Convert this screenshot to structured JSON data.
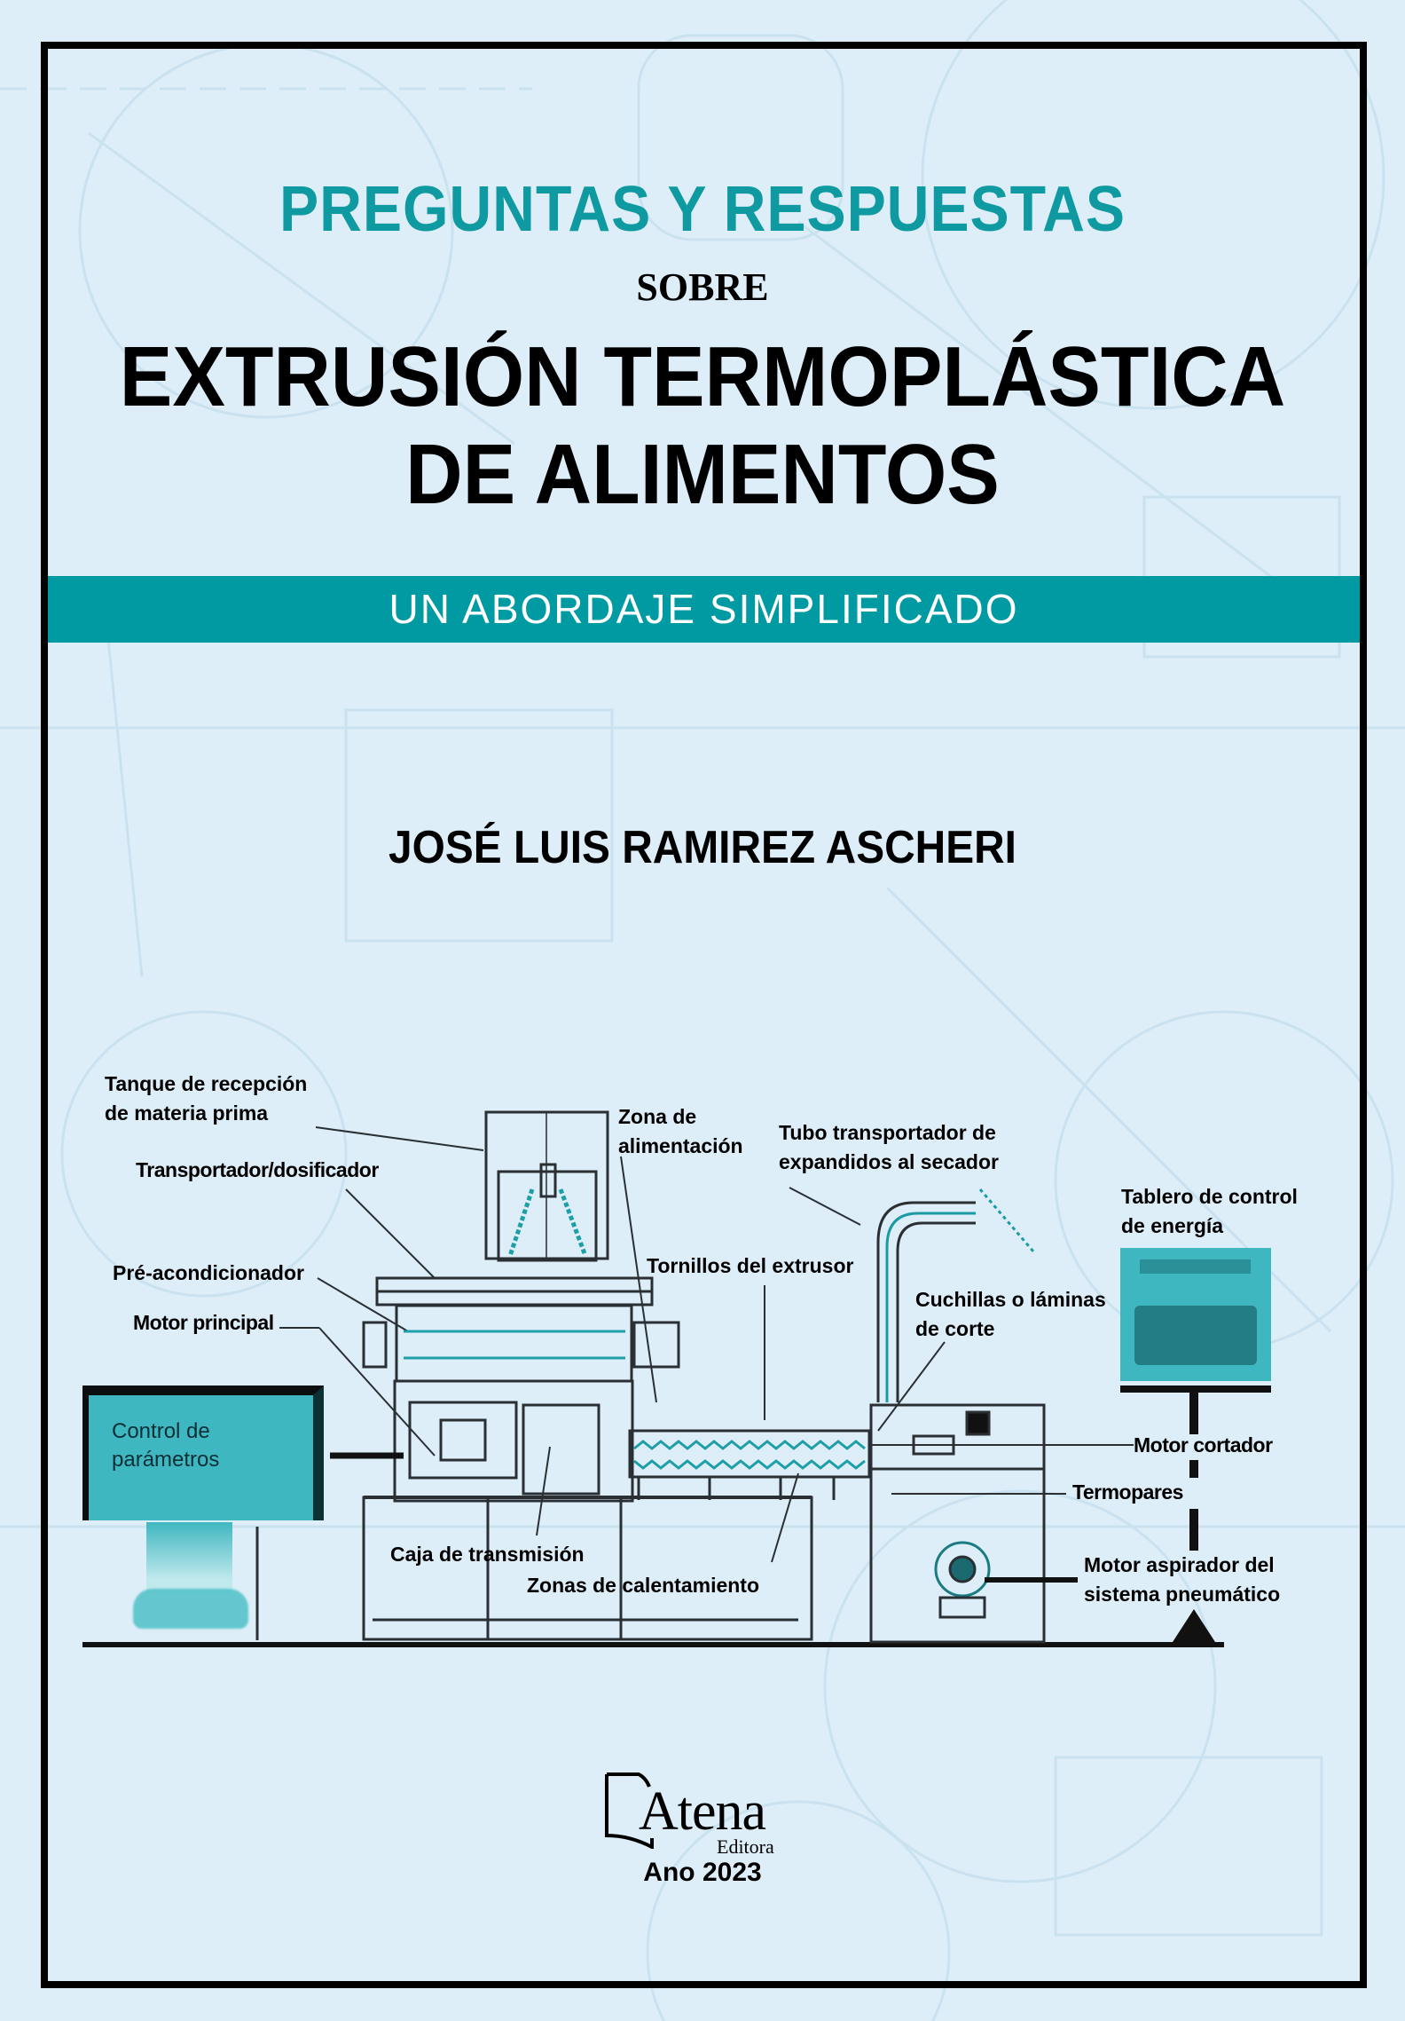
{
  "cover": {
    "title_top": "PREGUNTAS Y RESPUESTAS",
    "title_connector": "SOBRE",
    "title_main_line1": "EXTRUSIÓN TERMOPLÁSTICA",
    "title_main_line2": "DE ALIMENTOS",
    "subtitle": "UN ABORDAJE SIMPLIFICADO",
    "author": "JOSÉ LUIS RAMIREZ ASCHERI",
    "publisher": {
      "name": "Atena",
      "sub": "Editora",
      "icon": "open-book-icon"
    },
    "year": "Ano 2023"
  },
  "colors": {
    "background": "#ddeef8",
    "accent_teal": "#009aa3",
    "title_teal": "#0e9aa0",
    "panel_teal": "#3fb7c0",
    "frame": "#000000"
  },
  "diagram": {
    "title": "Extruder machine schematic",
    "labels": {
      "tanque_1": "Tanque de recepción",
      "tanque_2": "de materia prima",
      "transportador": "Transportador/dosificador",
      "preacondicionador": "Pré-acondicionador",
      "motor_principal": "Motor principal",
      "zona_1": "Zona de",
      "zona_2": "alimentación",
      "tubo_1": "Tubo transportador de",
      "tubo_2": "expandidos al secador",
      "tornillos": "Tornillos del extrusor",
      "cuchillas_1": "Cuchillas o láminas",
      "cuchillas_2": "de corte",
      "tablero_1": "Tablero de control",
      "tablero_2": "de energía",
      "control_1": "Control de",
      "control_2": "parámetros",
      "motor_cortador": "Motor cortador",
      "termopares": "Termopares",
      "caja": "Caja de transmisión",
      "zonas_cal": "Zonas de calentamiento",
      "aspirador_1": "Motor aspirador del",
      "aspirador_2": "sistema pneumático"
    }
  }
}
